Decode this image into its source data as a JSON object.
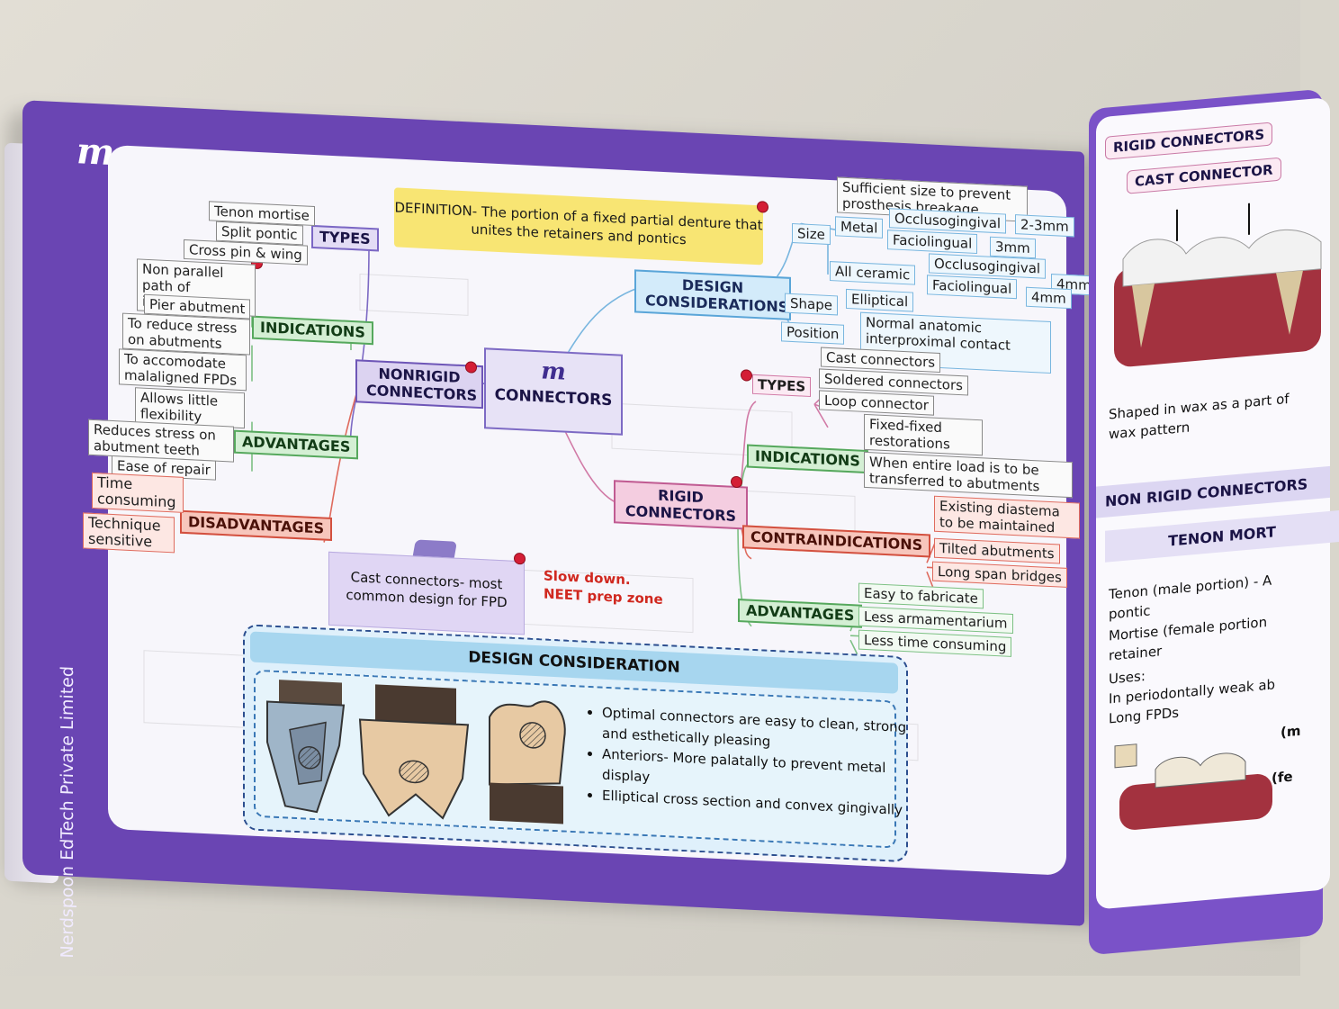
{
  "publisher": "Nerdspoon EdTech Private Limited",
  "logo_text": "m",
  "definition": "DEFINITION- The portion of a fixed partial denture that unites the retainers and pontics",
  "center": "CONNECTORS",
  "nonrigid": {
    "title": "NONRIGID CONNECTORS",
    "types_label": "TYPES",
    "types": [
      "Tenon mortise",
      "Split pontic",
      "Cross pin & wing"
    ],
    "indications_label": "INDICATIONS",
    "indications": [
      "Non parallel path of insertion",
      "Pier abutment",
      "To reduce stress on abutments",
      "To accomodate malaligned FPDs"
    ],
    "advantages_label": "ADVANTAGES",
    "advantages": [
      "Allows little flexibility",
      "Reduces stress on abutment teeth",
      "Ease of repair"
    ],
    "disadvantages_label": "DISADVANTAGES",
    "disadvantages": [
      "Time consuming",
      "Technique sensitive"
    ]
  },
  "design": {
    "title": "DESIGN CONSIDERATIONS",
    "size_label": "Size",
    "size_note": "Sufficient size to prevent prosthesis breakage",
    "metal_label": "Metal",
    "metal_oc": "Occlusogingival",
    "metal_oc_val": "2-3mm",
    "metal_fl": "Faciolingual",
    "metal_fl_val": "3mm",
    "ceramic_label": "All ceramic",
    "ceramic_oc": "Occlusogingival",
    "ceramic_oc_val": "4mm",
    "ceramic_fl": "Faciolingual",
    "ceramic_fl_val": "4mm",
    "shape_label": "Shape",
    "shape_val": "Elliptical",
    "position_label": "Position",
    "position_val": "Normal anatomic interproximal contact areas"
  },
  "rigid": {
    "title": "RIGID CONNECTORS",
    "types_label": "TYPES",
    "types": [
      "Cast connectors",
      "Soldered connectors",
      "Loop connector"
    ],
    "indications_label": "INDICATIONS",
    "indications": [
      "Fixed-fixed restorations",
      "When entire load is to be transferred to abutments"
    ],
    "contra_label": "CONTRAINDICATIONS",
    "contra": [
      "Existing diastema to be maintained",
      "Tilted abutments",
      "Long span bridges"
    ],
    "advantages_label": "ADVANTAGES",
    "advantages": [
      "Easy to fabricate",
      "Less armamentarium",
      "Less time consuming"
    ]
  },
  "note": "Cast connectors- most common design for FPD",
  "slow": "Slow down. NEET prep zone",
  "design_box": {
    "title": "DESIGN CONSIDERATION",
    "points": [
      "Optimal connectors are easy to clean, strong and esthetically pleasing",
      "Anteriors- More palatally to prevent metal display",
      "Elliptical cross section and convex gingivally"
    ]
  },
  "right_page": {
    "rigid": "RIGID CONNECTORS",
    "cast": "CAST CONNECTOR",
    "shaped": "Shaped in wax as a part of wax pattern",
    "nonrigid": "NON RIGID CONNECTORS",
    "tenon": "TENON MORT",
    "lines": [
      "Tenon (male portion) - A",
      "pontic",
      "Mortise (female portion",
      "retainer",
      "Uses:",
      "In periodontally weak ab",
      "Long FPDs",
      "(m",
      "(fe"
    ]
  }
}
